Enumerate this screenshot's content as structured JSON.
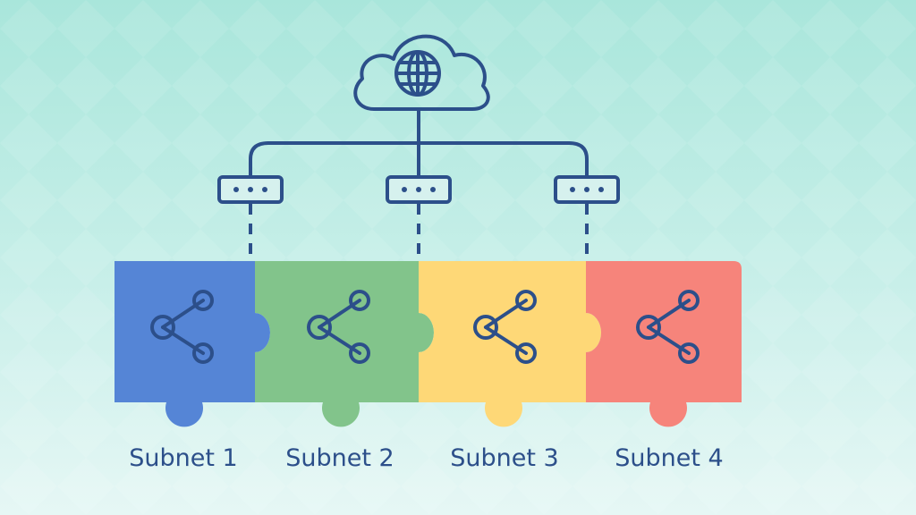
{
  "colors": {
    "line": "#2c4f8a",
    "subnet_1": "#5585d6",
    "subnet_2": "#82c48b",
    "subnet_3": "#fed877",
    "subnet_4": "#f6847b"
  },
  "icons": {
    "cloud": "cloud-globe-icon",
    "switch": "switch-device-icon",
    "subnet": "share-nodes-icon"
  },
  "subnets": [
    {
      "label": "Subnet 1"
    },
    {
      "label": "Subnet 2"
    },
    {
      "label": "Subnet 3"
    },
    {
      "label": "Subnet 4"
    }
  ]
}
